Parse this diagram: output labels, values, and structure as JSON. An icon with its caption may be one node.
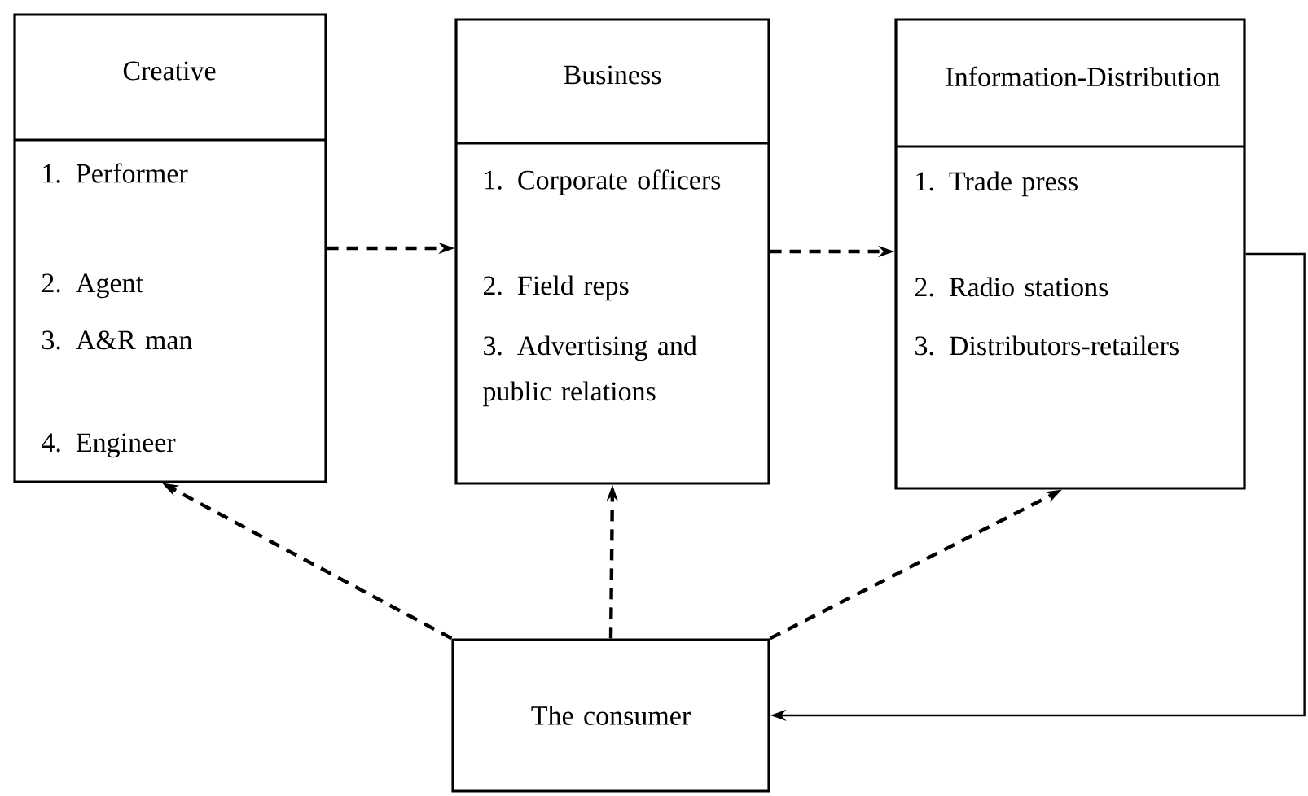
{
  "diagram": {
    "nodes": [
      {
        "text": [
          "Creative",
          "1. Performer",
          "2. Agent",
          "3. A&R man",
          "4. Engineer"
        ]
      },
      {
        "text": [
          "Business",
          "1. Corporate officers",
          "2. Field reps",
          "3. Advertising and public relations"
        ]
      },
      {
        "text": [
          "Information-Distribution",
          "1. Trade press",
          "2. Radio stations",
          "3. Distributors-retailers"
        ]
      },
      {
        "text": [
          "The consumer"
        ]
      }
    ],
    "edges": [
      {
        "from": 0,
        "to": 1,
        "arrow": "to",
        "style": "dashed"
      },
      {
        "from": 1,
        "to": 2,
        "arrow": "to",
        "style": "dashed"
      },
      {
        "from": 2,
        "to": 3,
        "arrow": "to"
      },
      {
        "from": 3,
        "to": 0,
        "arrow": "to",
        "style": "dashed"
      },
      {
        "from": 3,
        "to": 1,
        "arrow": "to",
        "style": "dashed"
      },
      {
        "from": 3,
        "to": 2,
        "arrow": "to",
        "style": "dashed"
      }
    ]
  }
}
